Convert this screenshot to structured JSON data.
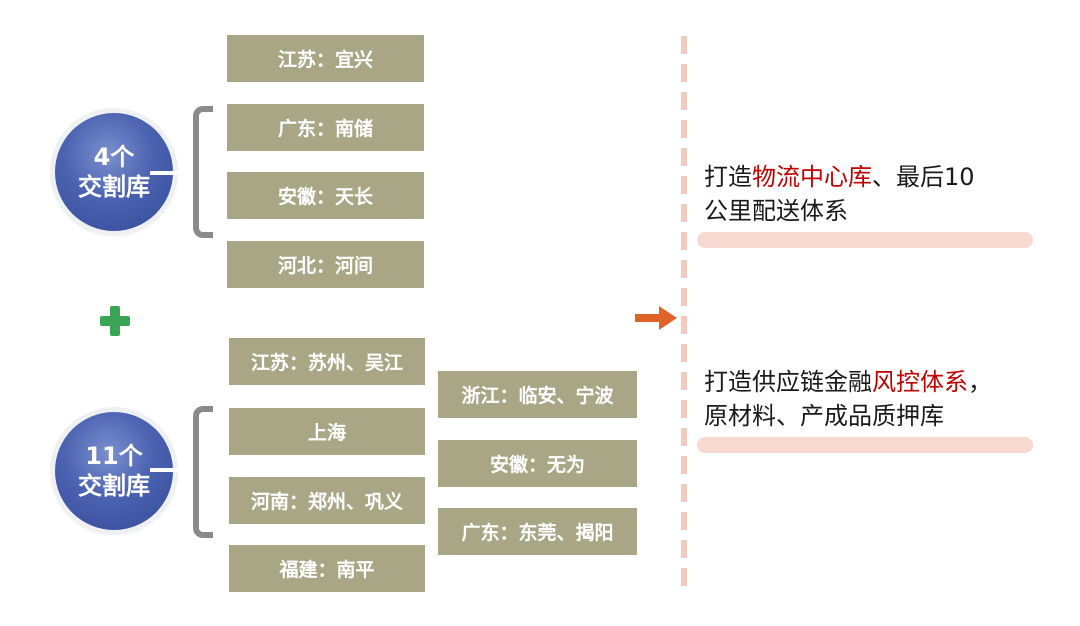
{
  "group1": {
    "count": "4个",
    "label": "交割库",
    "items": [
      "江苏：宜兴",
      "广东：南储",
      "安徽：天长",
      "河北：河间"
    ]
  },
  "group2": {
    "count": "11个",
    "label": "交割库",
    "items_left": [
      "江苏：苏州、吴江",
      "上海",
      "河南：郑州、巩义",
      "福建：南平"
    ],
    "items_right": [
      "浙江：临安、宁波",
      "安徽：无为",
      "广东：东莞、揭阳"
    ]
  },
  "outcome1": {
    "prefix": "打造",
    "highlight": "物流中心库",
    "suffix": "、最后10",
    "line2": "公里配送体系"
  },
  "outcome2": {
    "prefix": "打造供应链金融",
    "highlight": "风控体系",
    "suffix": "，",
    "line2": "原材料、产成品质押库"
  },
  "colors": {
    "box": "#a8a685",
    "circle": "#4a62b0",
    "plus": "#3aa655",
    "arrow": "#e0632a",
    "highlight": "#c00000",
    "bar": "#f8d9d2"
  }
}
